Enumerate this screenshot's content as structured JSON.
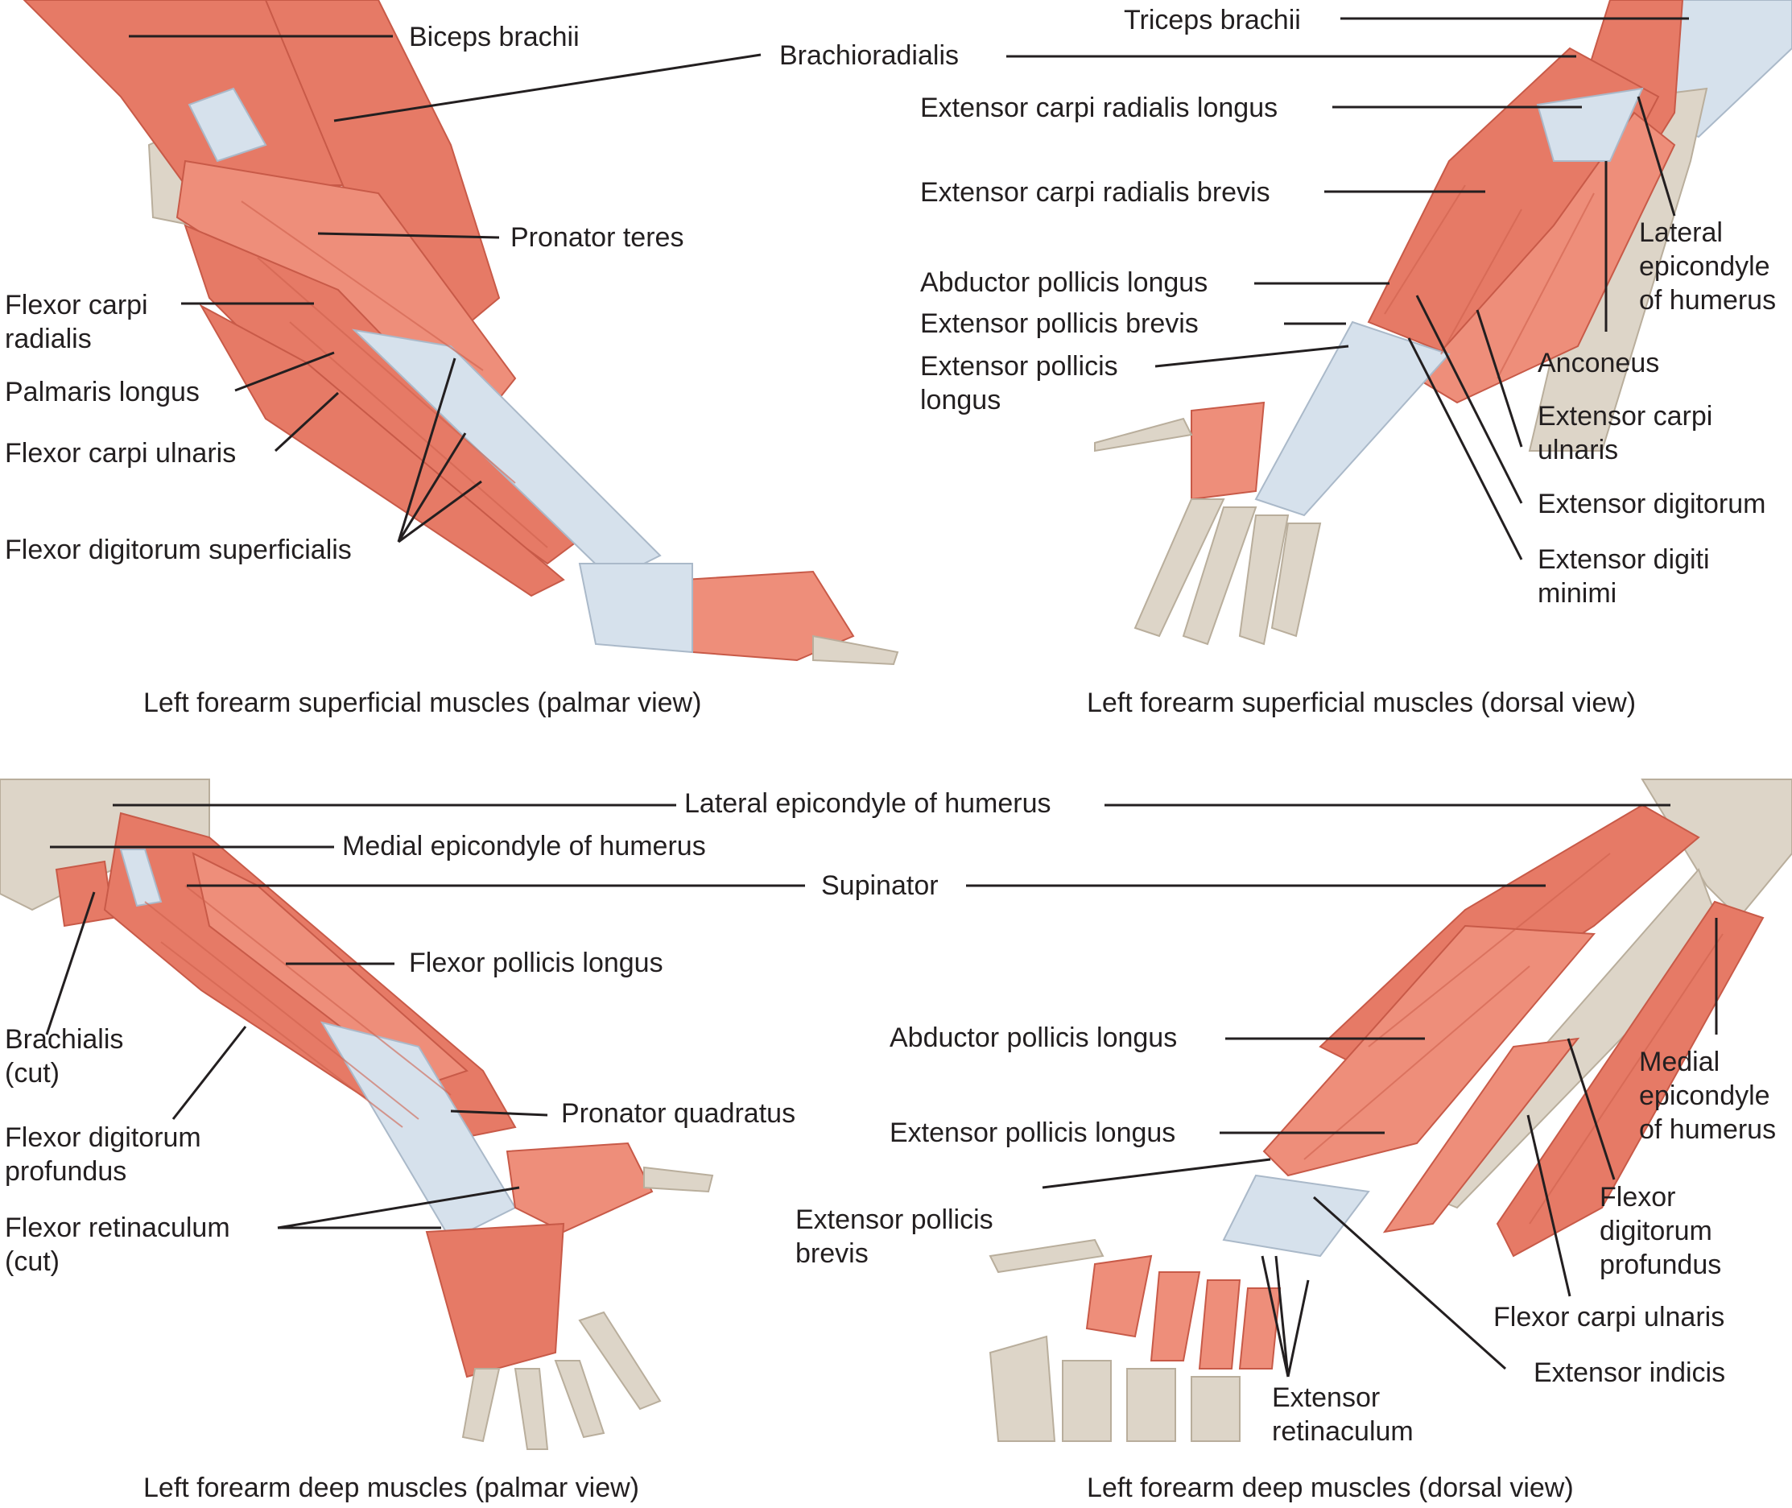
{
  "panels": {
    "top_left": {
      "caption": "Left forearm superficial muscles (palmar view)",
      "labels": {
        "biceps_brachii": "Biceps brachii",
        "brachioradialis": "Brachioradialis",
        "pronator_teres": "Pronator teres",
        "flexor_carpi_radialis": "Flexor carpi\nradialis",
        "palmaris_longus": "Palmaris longus",
        "flexor_carpi_ulnaris": "Flexor carpi ulnaris",
        "flexor_digitorum_superficialis": "Flexor digitorum superficialis"
      }
    },
    "top_right": {
      "caption": "Left forearm superficial muscles (dorsal view)",
      "labels": {
        "triceps_brachii": "Triceps brachii",
        "extensor_carpi_radialis_longus": "Extensor carpi radialis longus",
        "extensor_carpi_radialis_brevis": "Extensor carpi radialis brevis",
        "abductor_pollicis_longus": "Abductor pollicis longus",
        "extensor_pollicis_brevis": "Extensor pollicis brevis",
        "extensor_pollicis_longus": "Extensor pollicis\nlongus",
        "lateral_epicondyle": "Lateral\nepicondyle\nof humerus",
        "anconeus": "Anconeus",
        "extensor_carpi_ulnaris": "Extensor carpi\nulnaris",
        "extensor_digitorum": "Extensor digitorum",
        "extensor_digiti_minimi": "Extensor digiti\nminimi"
      }
    },
    "bottom_left": {
      "caption": "Left forearm deep muscles (palmar view)",
      "labels": {
        "lateral_epicondyle": "Lateral epicondyle of humerus",
        "medial_epicondyle": "Medial epicondyle of humerus",
        "supinator": "Supinator",
        "flexor_pollicis_longus": "Flexor pollicis longus",
        "brachialis": "Brachialis\n(cut)",
        "pronator_quadratus": "Pronator quadratus",
        "flexor_digitorum_profundus": "Flexor digitorum\nprofundus",
        "flexor_retinaculum": "Flexor retinaculum\n(cut)"
      }
    },
    "bottom_right": {
      "caption": "Left forearm deep muscles (dorsal view)",
      "labels": {
        "abductor_pollicis_longus": "Abductor pollicis longus",
        "extensor_pollicis_longus": "Extensor pollicis longus",
        "extensor_pollicis_brevis": "Extensor pollicis\nbrevis",
        "medial_epicondyle": "Medial\nepicondyle\nof humerus",
        "flexor_digitorum_profundus": "Flexor\ndigitorum\nprofundus",
        "flexor_carpi_ulnaris": "Flexor carpi ulnaris",
        "extensor_indicis": "Extensor indicis",
        "extensor_retinaculum": "Extensor\nretinaculum"
      }
    }
  },
  "colors": {
    "muscle": "#e67a66",
    "tendon": "#d6e1ec",
    "bone": "#ddd5c8",
    "text": "#231f20"
  }
}
